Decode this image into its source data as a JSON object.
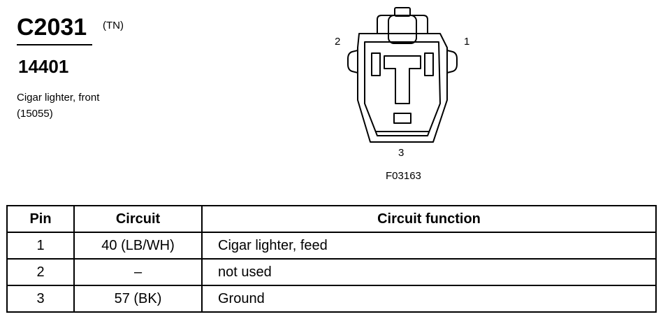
{
  "connector": {
    "id": "C2031",
    "color_code": "(TN)",
    "harness_number": "14401",
    "description_line1": "Cigar lighter, front",
    "description_line2": "(15055)"
  },
  "diagram": {
    "pin_labels": [
      "1",
      "2",
      "3"
    ],
    "figure_id": "F03163"
  },
  "table": {
    "headers": [
      "Pin",
      "Circuit",
      "Circuit function"
    ],
    "rows": [
      {
        "pin": "1",
        "circuit": "40 (LB/WH)",
        "function": "Cigar lighter, feed"
      },
      {
        "pin": "2",
        "circuit": "–",
        "function": "not used"
      },
      {
        "pin": "3",
        "circuit": "57 (BK)",
        "function": "Ground"
      }
    ]
  }
}
